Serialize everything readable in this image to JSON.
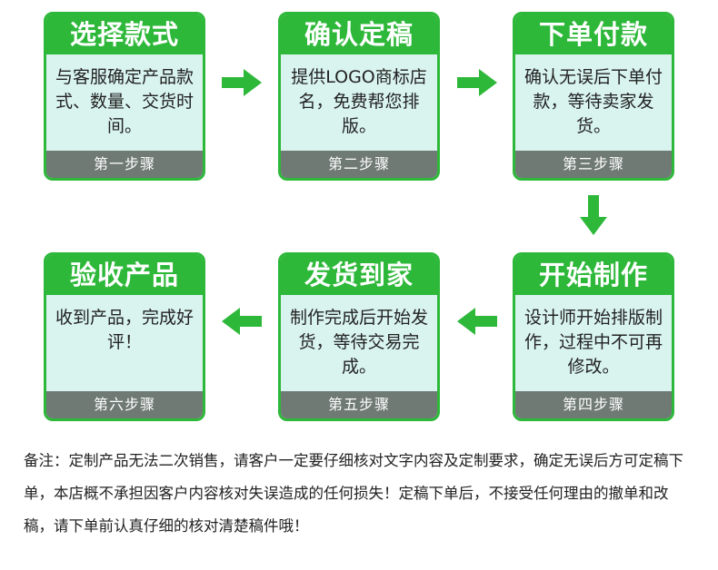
{
  "steps": [
    {
      "title": "选择款式",
      "body": "与客服确定产品款式、数量、交货时间。",
      "footer": "第一步骤"
    },
    {
      "title": "确认定稿",
      "body": "提供LOGO商标店名，免费帮您排版。",
      "footer": "第二步骤"
    },
    {
      "title": "下单付款",
      "body": "确认无误后下单付款，等待卖家发货。",
      "footer": "第三步骤"
    },
    {
      "title": "开始制作",
      "body": "设计师开始排版制作，过程中不可再修改。",
      "footer": "第四步骤"
    },
    {
      "title": "发货到家",
      "body": "制作完成后开始发货，等待交易完成。",
      "footer": "第五步骤"
    },
    {
      "title": "验收产品",
      "body": "收到产品，完成好评！",
      "footer": "第六步骤"
    }
  ],
  "note": "备注：定制产品无法二次销售，请客户一定要仔细核对文字内容及定制要求，确定无误后方可定稿下单，本店概不承担因客户内容核对失误造成的任何损失！定稿下单后，不接受任何理由的撤单和改稿，请下单前认真仔细的核对清楚稿件哦！",
  "colors": {
    "accent": "#2eb83a",
    "card_bg": "#d9f4ef",
    "footer_bg": "#6f7a75"
  }
}
